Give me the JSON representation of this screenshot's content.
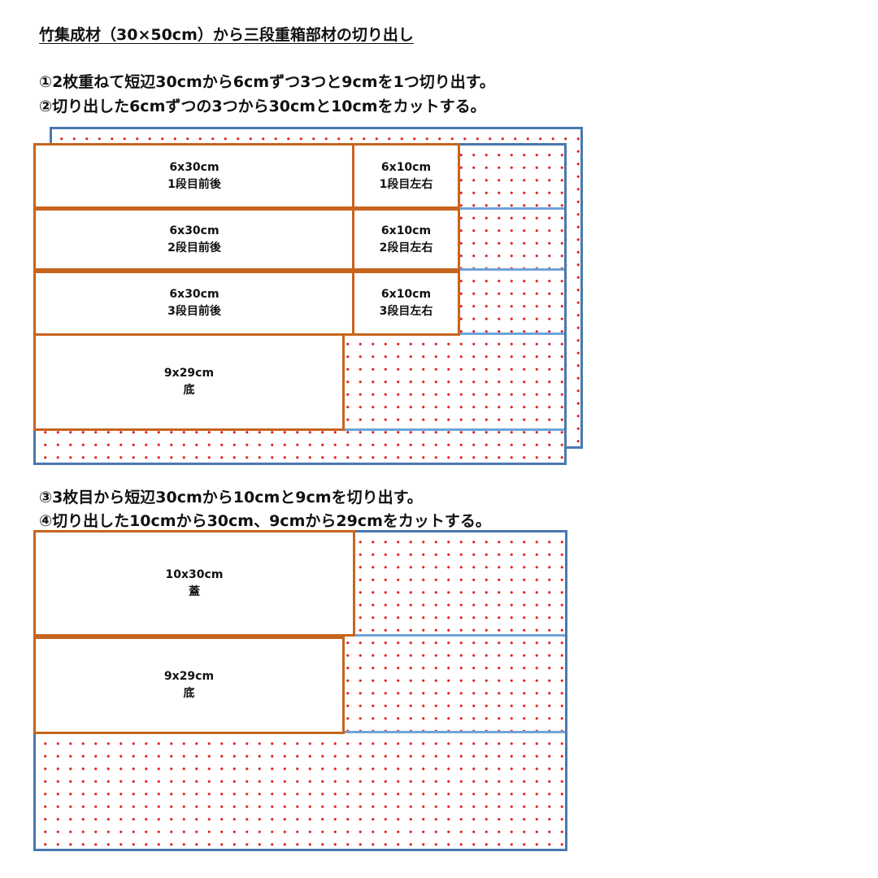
{
  "title": "竹集成材（30×50cm）から三段重箱部材の切り出し",
  "section1": {
    "steps": [
      "①2枚重ねて短辺30cmから6cmずつ3つと9cmを1つ切り出す。",
      "②切り出した6cmずつの3つから30cmと10cmをカットする。"
    ],
    "pieces": [
      {
        "size": "6x30cm",
        "name": "1段目前後"
      },
      {
        "size": "6x10cm",
        "name": "1段目左右"
      },
      {
        "size": "6x30cm",
        "name": "2段目前後"
      },
      {
        "size": "6x10cm",
        "name": "2段目左右"
      },
      {
        "size": "6x30cm",
        "name": "3段目前後"
      },
      {
        "size": "6x10cm",
        "name": "3段目左右"
      },
      {
        "size": "9x29cm",
        "name": "底"
      }
    ]
  },
  "section2": {
    "steps": [
      "③3枚目から短辺30cmから10cmと9cmを切り出す。",
      "④切り出した10cmから30cm、9cmから29cmをカットする。"
    ],
    "pieces": [
      {
        "size": "10x30cm",
        "name": "蓋"
      },
      {
        "size": "9x29cm",
        "name": "底"
      }
    ]
  },
  "colors": {
    "sheet_border": "#4a78b0",
    "cut_line": "#6fa3d8",
    "piece_border": "#c8641e",
    "waste_dots": "#e02020"
  }
}
